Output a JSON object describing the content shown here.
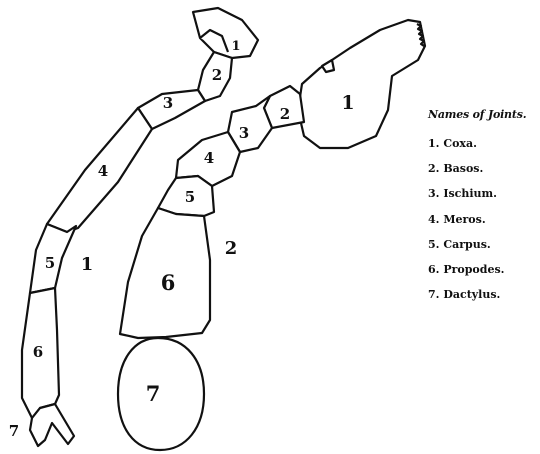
{
  "legend": {
    "title": "Names of Joints.",
    "items": [
      {
        "num": "1.",
        "label": "Coxa."
      },
      {
        "num": "2.",
        "label": "Basos."
      },
      {
        "num": "3.",
        "label": "Ischium."
      },
      {
        "num": "4.",
        "label": "Meros."
      },
      {
        "num": "5.",
        "label": "Carpus."
      },
      {
        "num": "6.",
        "label": "Propodes."
      },
      {
        "num": "7.",
        "label": "Dactylus."
      }
    ]
  },
  "limb_1": {
    "label": "1",
    "segments": [
      {
        "label": "1"
      },
      {
        "label": "2"
      },
      {
        "label": "3"
      },
      {
        "label": "4"
      },
      {
        "label": "5"
      },
      {
        "label": "6"
      },
      {
        "label": "7"
      }
    ]
  },
  "limb_2": {
    "label": "2",
    "segments": [
      {
        "label": "1"
      },
      {
        "label": "2"
      },
      {
        "label": "3"
      },
      {
        "label": "4"
      },
      {
        "label": "5"
      },
      {
        "label": "6"
      },
      {
        "label": "7"
      }
    ]
  }
}
